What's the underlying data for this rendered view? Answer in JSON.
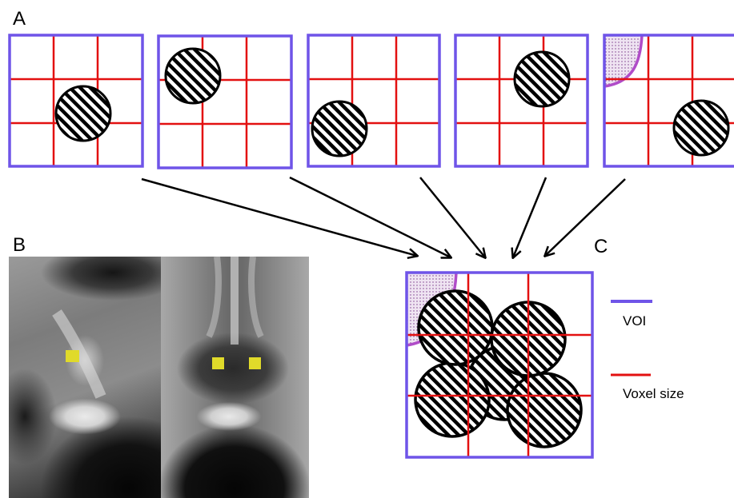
{
  "panels": {
    "a": "A",
    "b": "B",
    "c": "C"
  },
  "legend": {
    "voi": "VOI",
    "voxel": "Voxel size"
  },
  "colors": {
    "voi_box": "#6f54e8",
    "voxel_grid": "#e31010",
    "partial_volume": "#b04cc8",
    "roi_marker": "#e0da2a",
    "background": "#ffffff"
  }
}
